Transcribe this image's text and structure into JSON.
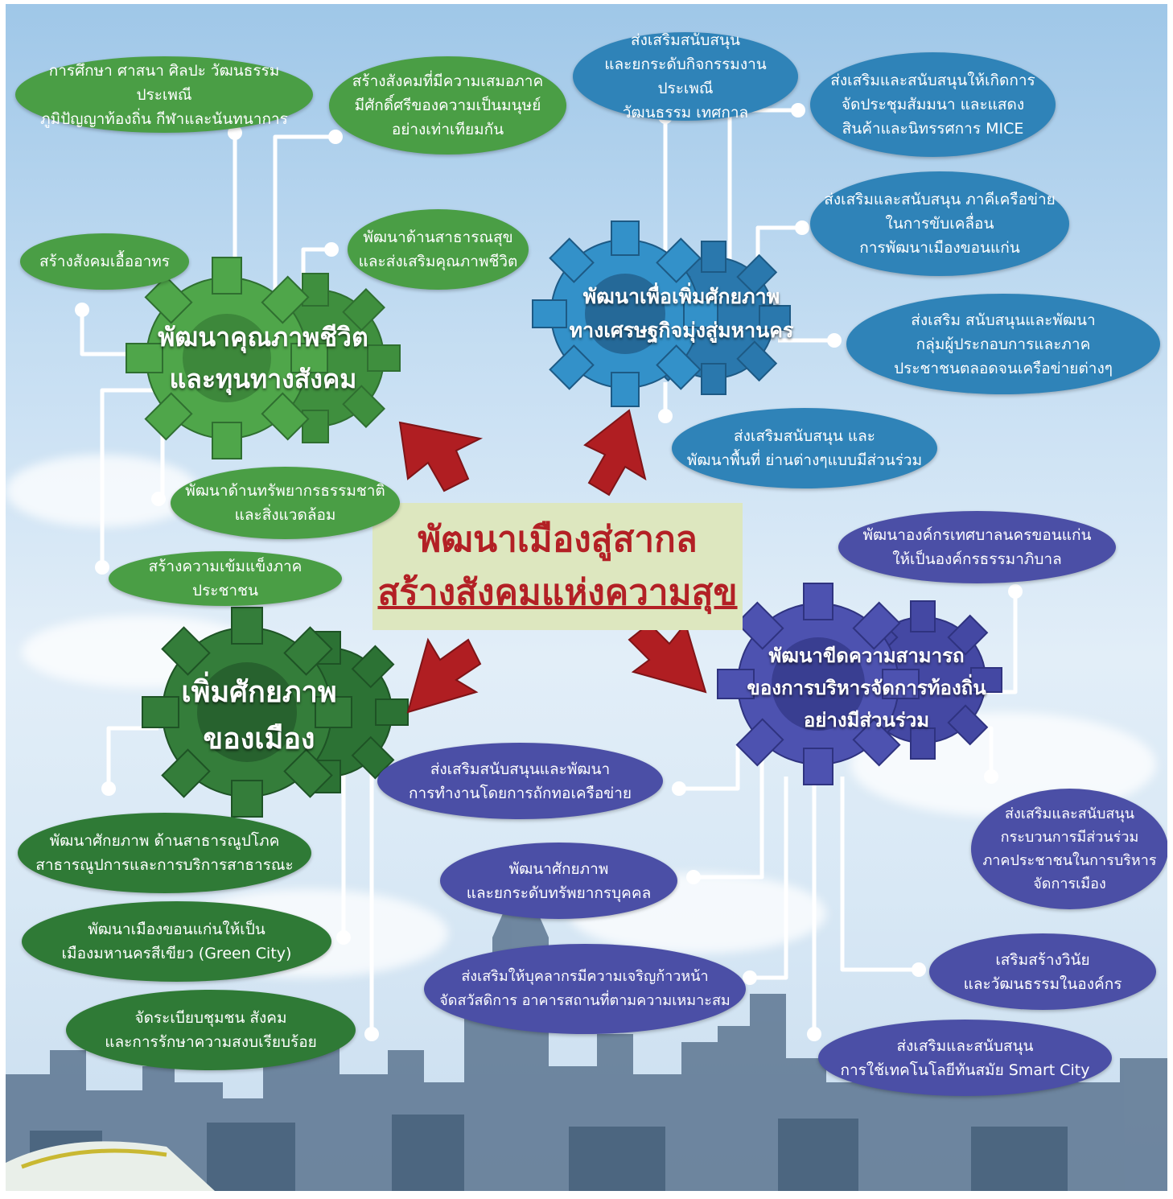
{
  "center": {
    "line1": "พัฒนาเมืองสู่สากล",
    "line2": "สร้างสังคมแห่งความสุข"
  },
  "gears": {
    "top_left": {
      "line1": "พัฒนาคุณภาพชีวิต",
      "line2": "และทุนทางสังคม"
    },
    "top_right": {
      "line1": "พัฒนาเพื่อเพิ่มศักยภาพ",
      "line2": "ทางเศรษฐกิจมุ่งสู่มหานคร"
    },
    "bottom_left": {
      "line1": "เพิ่มศักยภาพ",
      "line2": "ของเมือง"
    },
    "bottom_right": {
      "line1": "พัฒนาขีดความสามารถ",
      "line2": "ของการบริหารจัดการท้องถิ่น",
      "line3": "อย่างมีส่วนร่วม"
    }
  },
  "bubbles": {
    "tl1": {
      "l1": "การศึกษา ศาสนา ศิลปะ วัฒนธรรม ประเพณี",
      "l2": "ภูมิปัญญาท้องถิ่น กีฬาและนันทนาการ"
    },
    "tl2": {
      "l1": "สร้างสังคมที่มีความเสมอภาค",
      "l2": "มีศักดิ์ศรีของความเป็นมนุษย์",
      "l3": "อย่างเท่าเทียมกัน"
    },
    "tl3": {
      "l1": "สร้างสังคมเอื้ออาทร"
    },
    "tl4": {
      "l1": "พัฒนาด้านสาธารณสุข",
      "l2": "และส่งเสริมคุณภาพชีวิต"
    },
    "tl5": {
      "l1": "พัฒนาด้านทรัพยากรธรรมชาติ",
      "l2": "และสิ่งแวดล้อม"
    },
    "tl6": {
      "l1": "สร้างความเข้มแข็งภาคประชาชน"
    },
    "tr1": {
      "l1": "ส่งเสริมสนับสนุน",
      "l2": "และยกระดับกิจกรรมงานประเพณี",
      "l3": "วัฒนธรรม เทศกาล"
    },
    "tr2": {
      "l1": "ส่งเสริมและสนับสนุนให้เกิดการ",
      "l2": "จัดประชุมสัมมนา และแสดง",
      "l3": "สินค้าและนิทรรศการ MICE"
    },
    "tr3": {
      "l1": "ส่งเสริมและสนับสนุน ภาคีเครือข่าย",
      "l2": "ในการขับเคลื่อน",
      "l3": "การพัฒนาเมืองขอนแก่น"
    },
    "tr4": {
      "l1": "ส่งเสริม สนับสนุนและพัฒนา",
      "l2": "กลุ่มผู้ประกอบการและภาค",
      "l3": "ประชาชนตลอดจนเครือข่ายต่างๆ"
    },
    "tr5": {
      "l1": "ส่งเสริมสนับสนุน และ",
      "l2": "พัฒนาพื้นที่ ย่านต่างๆแบบมีส่วนร่วม"
    },
    "bl1": {
      "l1": "พัฒนาศักยภาพ ด้านสาธารณูปโภค",
      "l2": "สาธารณูปการและการบริการสาธารณะ"
    },
    "bl2": {
      "l1": "พัฒนาเมืองขอนแก่นให้เป็น",
      "l2": "เมืองมหานครสีเขียว (Green City)"
    },
    "bl3": {
      "l1": "จัดระเบียบชุมชน สังคม",
      "l2": "และการรักษาความสงบเรียบร้อย"
    },
    "br1": {
      "l1": "พัฒนาองค์กรเทศบาลนครขอนแก่น",
      "l2": "ให้เป็นองค์กรธรรมาภิบาล"
    },
    "br2": {
      "l1": "ส่งเสริมสนับสนุนและพัฒนา",
      "l2": "การทำงานโดยการถักทอเครือข่าย"
    },
    "br3": {
      "l1": "พัฒนาศักยภาพ",
      "l2": "และยกระดับทรัพยากรบุคคล"
    },
    "br4": {
      "l1": "ส่งเสริมให้บุคลากรมีความเจริญก้าวหน้า",
      "l2": "จัดสวัสดิการ อาคารสถานที่ตามความเหมาะสม"
    },
    "br5": {
      "l1": "ส่งเสริมและสนับสนุน",
      "l2": "กระบวนการมีส่วนร่วม",
      "l3": "ภาคประชาชนในการบริหาร",
      "l4": "จัดการเมือง"
    },
    "br6": {
      "l1": "เสริมสร้างวินัย",
      "l2": "และวัฒนธรรมในองค์กร"
    },
    "br7": {
      "l1": "ส่งเสริมและสนับสนุน",
      "l2": "การใช้เทคโนโลยีทันสมัย Smart City"
    }
  },
  "colors": {
    "green_light": "#4a9e45",
    "green_dark": "#2f7a36",
    "blue": "#2f83b8",
    "purple": "#4b4fa6",
    "arrow_red": "#b01e22",
    "title_red": "#b32025",
    "center_bg": "#dde7bf"
  }
}
